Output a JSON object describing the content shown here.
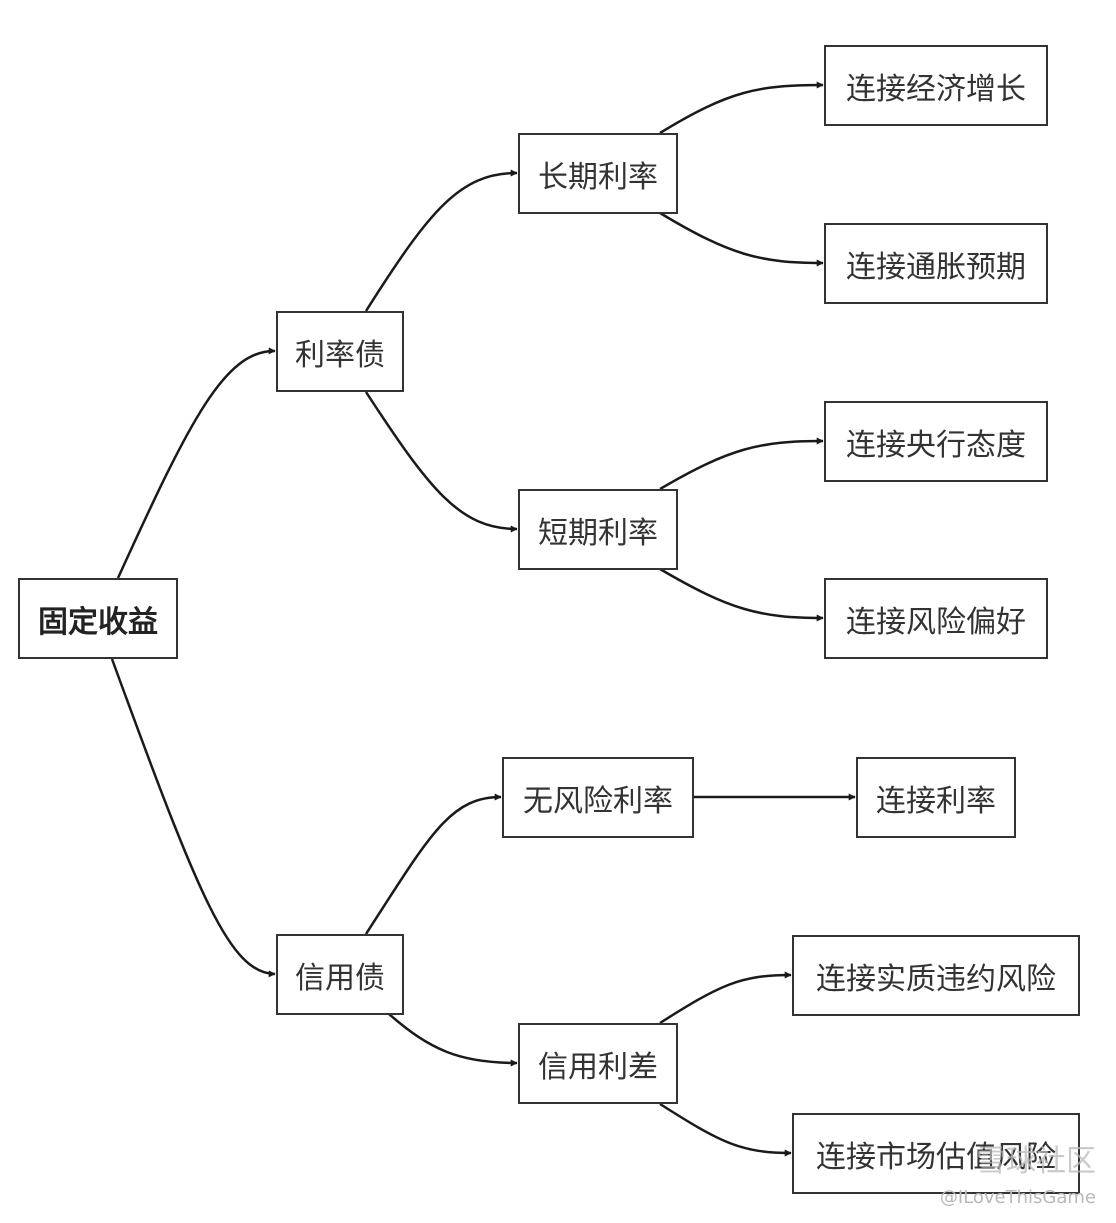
{
  "nodes": {
    "root": "固定收益",
    "rate_bond": "利率债",
    "credit_bond": "信用债",
    "long_rate": "长期利率",
    "short_rate": "短期利率",
    "riskfree_rate": "无风险利率",
    "credit_spread": "信用利差",
    "econ_growth": "连接经济增长",
    "inflation": "连接通胀预期",
    "central_bank": "连接央行态度",
    "risk_pref": "连接风险偏好",
    "link_rate": "连接利率",
    "default_risk": "连接实质违约风险",
    "valuation_risk": "连接市场估值风险"
  },
  "watermark": {
    "site": "雪球社区",
    "handle": "@ILoveThisGame"
  },
  "colors": {
    "line": "#1a1a1a",
    "node_border": "#333333",
    "text": "#333333"
  }
}
